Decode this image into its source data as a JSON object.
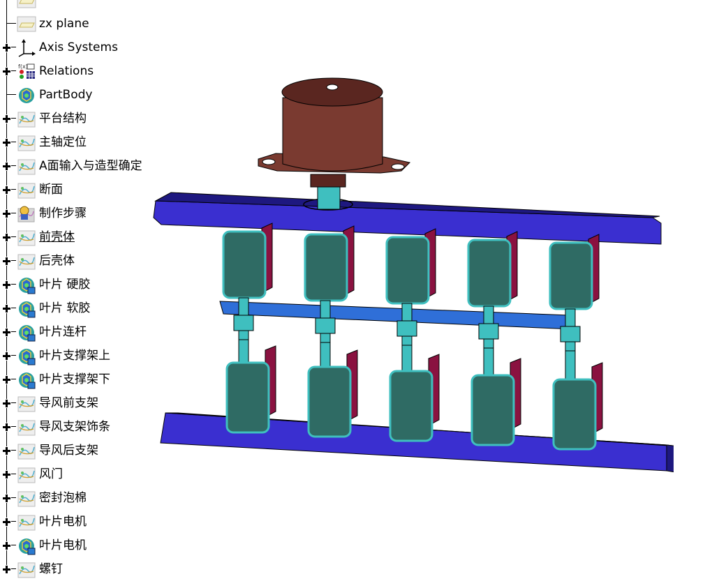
{
  "tree": {
    "items": [
      {
        "label": "",
        "icon": "plane-icon",
        "expandable": false
      },
      {
        "label": "zx plane",
        "icon": "plane-icon",
        "expandable": false
      },
      {
        "label": "Axis Systems",
        "icon": "axis-systems-icon",
        "expandable": true
      },
      {
        "label": "Relations",
        "icon": "relations-icon",
        "expandable": true
      },
      {
        "label": "PartBody",
        "icon": "partbody-icon",
        "expandable": false
      },
      {
        "label": "平台结构",
        "icon": "geometrical-set-icon",
        "expandable": true
      },
      {
        "label": "主轴定位",
        "icon": "geometrical-set-icon",
        "expandable": true
      },
      {
        "label": "A面输入与造型确定",
        "icon": "geometrical-set-icon",
        "expandable": true
      },
      {
        "label": "断面",
        "icon": "geometrical-set-icon",
        "expandable": true
      },
      {
        "label": "制作步骤",
        "icon": "geometrical-set-active-icon",
        "expandable": true
      },
      {
        "label": "前壳体",
        "icon": "geometrical-set-icon",
        "expandable": true,
        "underline": true
      },
      {
        "label": "后壳体",
        "icon": "geometrical-set-icon",
        "expandable": true
      },
      {
        "label": "叶片 硬胶",
        "icon": "body-icon",
        "expandable": true
      },
      {
        "label": "叶片 软胶",
        "icon": "body-icon",
        "expandable": true
      },
      {
        "label": "叶片连杆",
        "icon": "body-icon",
        "expandable": true
      },
      {
        "label": "叶片支撑架上",
        "icon": "body-icon",
        "expandable": true
      },
      {
        "label": "叶片支撑架下",
        "icon": "body-icon",
        "expandable": true
      },
      {
        "label": "导风前支架",
        "icon": "geometrical-set-icon",
        "expandable": true
      },
      {
        "label": "导风支架饰条",
        "icon": "geometrical-set-icon",
        "expandable": true
      },
      {
        "label": "导风后支架",
        "icon": "geometrical-set-icon",
        "expandable": true
      },
      {
        "label": "风门",
        "icon": "geometrical-set-icon",
        "expandable": true
      },
      {
        "label": "密封泡棉",
        "icon": "geometrical-set-icon",
        "expandable": true
      },
      {
        "label": "叶片电机",
        "icon": "geometrical-set-icon",
        "expandable": true
      },
      {
        "label": "叶片电机",
        "icon": "body-icon",
        "expandable": true
      },
      {
        "label": "螺钉",
        "icon": "geometrical-set-icon",
        "expandable": true
      }
    ]
  },
  "viewport": {
    "vane_count": 5,
    "colors": {
      "rail": "#3a2fd0",
      "rail_dark": "#1e1880",
      "vane_face": "#2f6b64",
      "vane_edge": "#3fbfbf",
      "vane_back": "#8a1240",
      "link_bar": "#2f6fd8",
      "motor": "#7a3a30",
      "motor_dark": "#5a2620",
      "shaft": "#3fbfbf"
    }
  }
}
